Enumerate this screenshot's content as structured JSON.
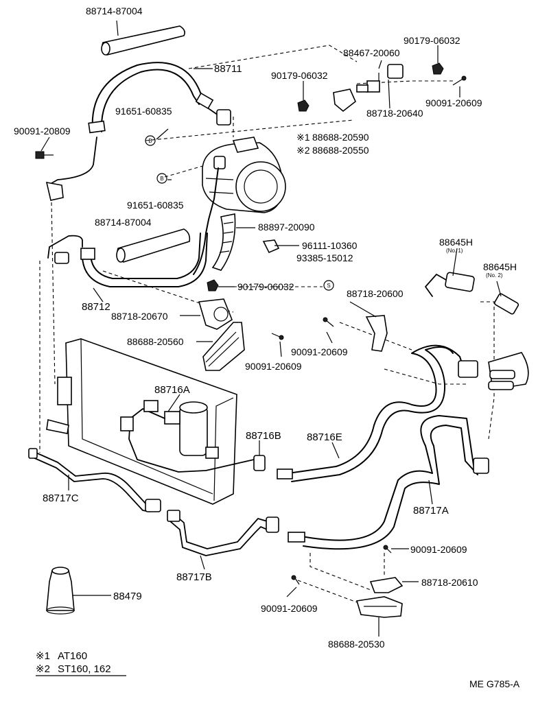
{
  "parts": {
    "hose_top": "88714-87004",
    "hose_mid": "88714-87004",
    "pipe_88711": "88711",
    "pipe_88712": "88712",
    "bolt_91651_a": "91651-60835",
    "bolt_91651_b": "91651-60835",
    "bolt_90091_left": "90091-20809",
    "switch_88467": "88467-20060",
    "nut_90179_top": "90179-06032",
    "nut_90179_mid": "90179-06032",
    "nut_90179_low": "90179-06032",
    "bracket_88718_20640": "88718-20640",
    "screw_90091_top": "90091-20609",
    "clamp_88688_20590": "88688-20590",
    "clamp_88688_20550": "88688-20550",
    "hose_88897": "88897-20090",
    "clip_96111": "96111-10360",
    "stud_93385": "93385-15012",
    "sw_88645_no1": "88645H",
    "sw_88645_no1_sub": "(No. 1)",
    "sw_88645_no2": "88645H",
    "sw_88645_no2_sub": "(No. 2)",
    "bracket_88718_20670": "88718-20670",
    "bracket_88718_20600": "88718-20600",
    "clamp_88688_20560": "88688-20560",
    "screw_90091_mid": "90091-20609",
    "screw_90091_right": "90091-20609",
    "pipe_88716A": "88716A",
    "pipe_88716B": "88716B",
    "pipe_88716E": "88716E",
    "pipe_88717A": "88717A",
    "pipe_88717B": "88717B",
    "pipe_88717C": "88717C",
    "screw_90091_low_right": "90091-20609",
    "bracket_88718_20610": "88718-20610",
    "screw_90091_low_left": "90091-20609",
    "clamp_88688_20530": "88688-20530",
    "cover_88479": "88479",
    "mark_B_1": "B",
    "mark_B_2": "B",
    "mark_S": "S"
  },
  "notes": {
    "n1_mark": "※1",
    "n2_mark": "※2",
    "n1_text": "AT160",
    "n2_text": "ST160, 162",
    "n1_ref": "※1",
    "n2_ref": "※2"
  },
  "code": "ME G785-A"
}
